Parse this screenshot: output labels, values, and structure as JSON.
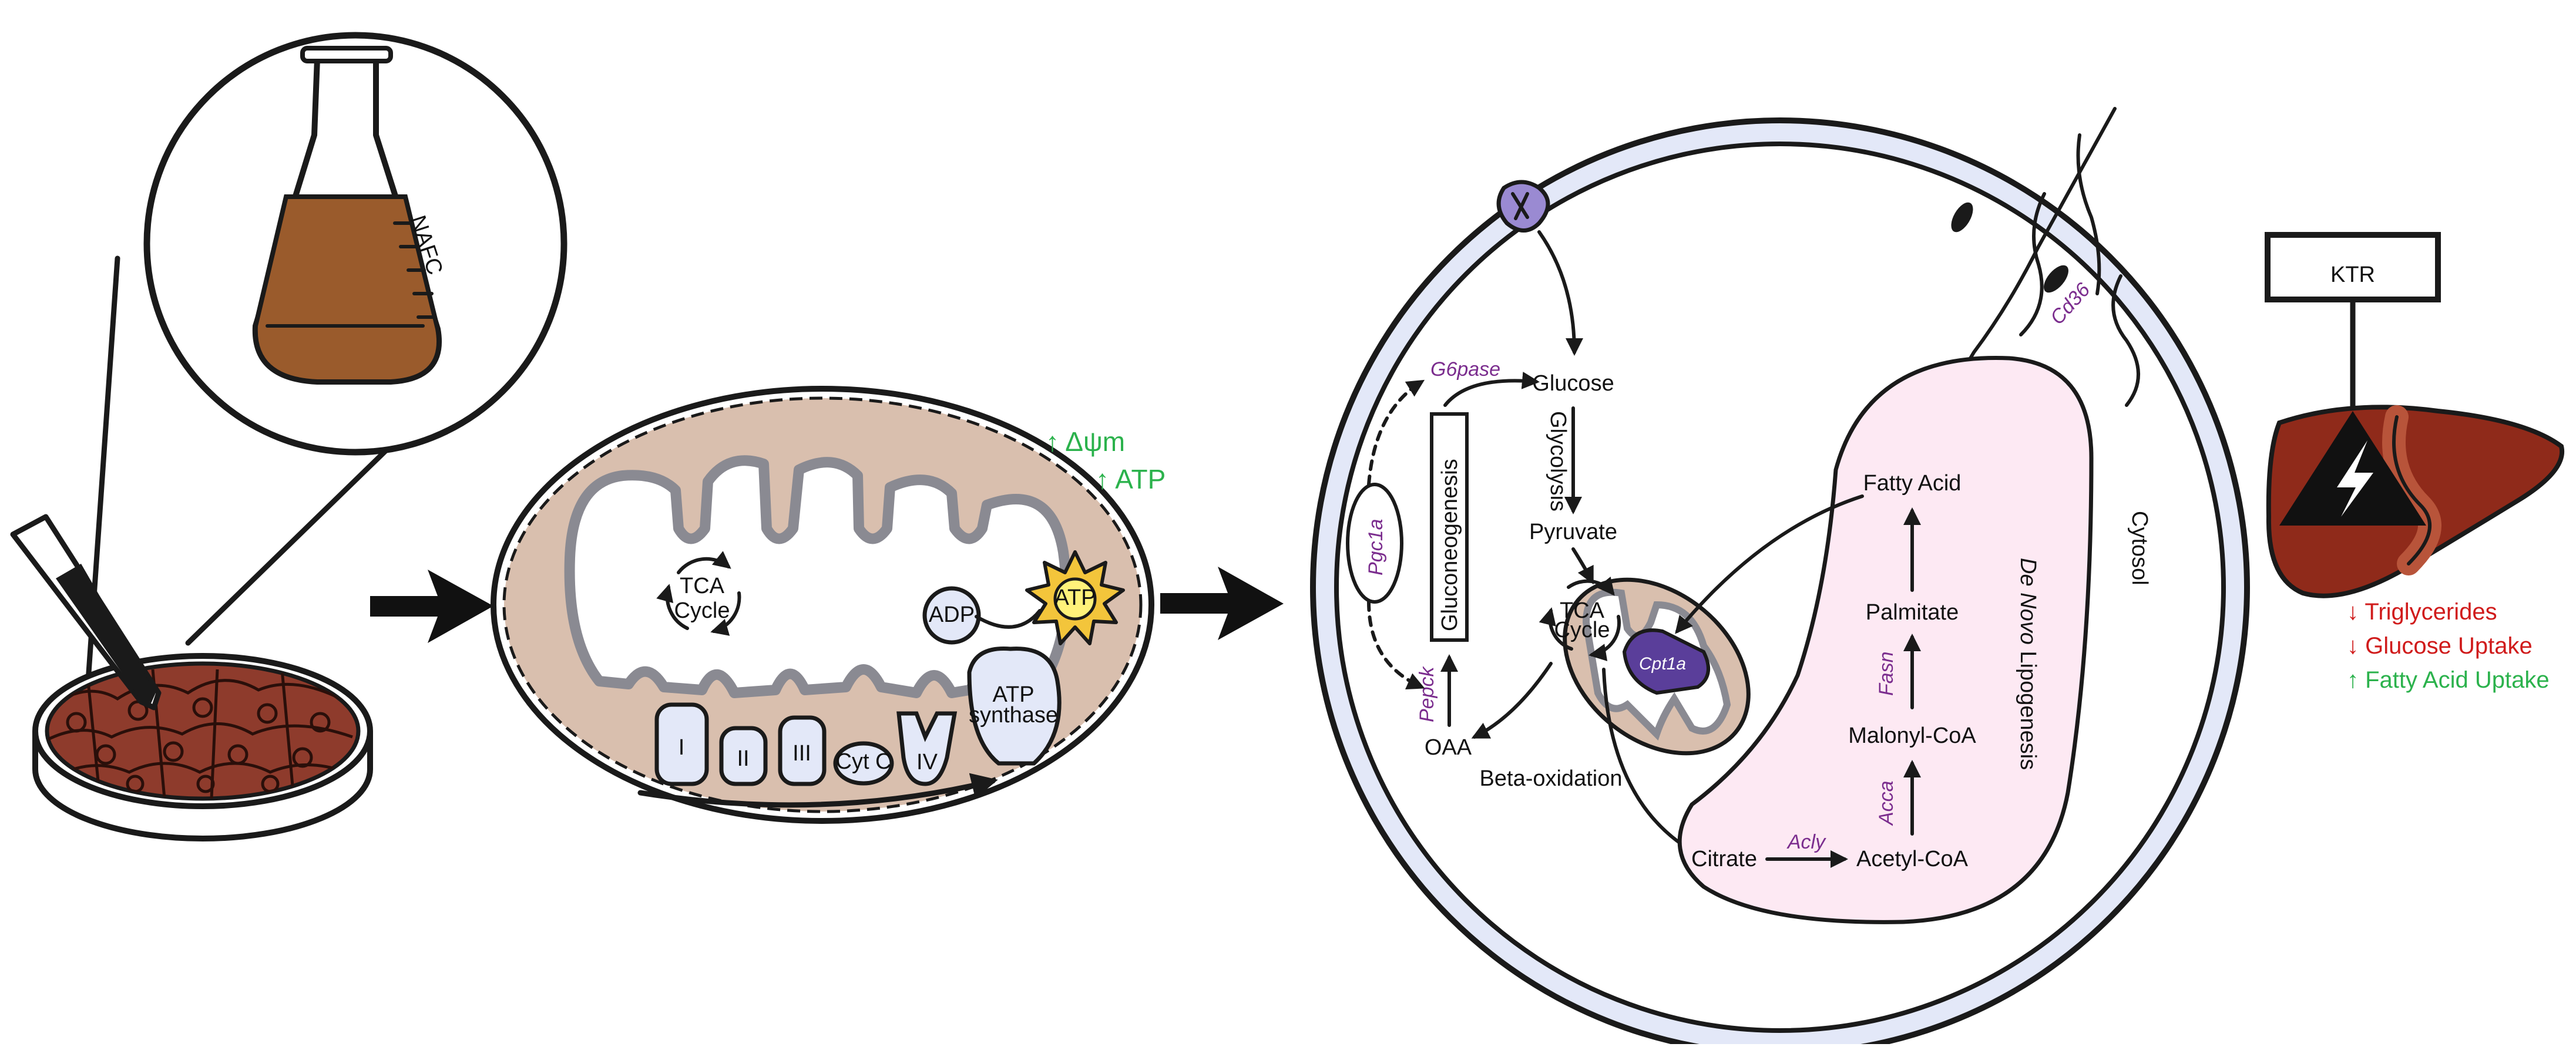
{
  "colors": {
    "media": "#9a5b2c",
    "tissue": "#8e3b2c",
    "mito_fill": "#d9bfae",
    "membrane": "#e3e8f8",
    "lipo_fill": "#fde9f3",
    "gene": "#7b2d8e",
    "up": "#2bb24c",
    "down": "#d01b1b",
    "liver": "#8f2a1a",
    "atp_star": "#f3c53b"
  },
  "icons": [
    "flask-icon",
    "petri-dish-icon",
    "pipette-icon",
    "arrow-right-icon",
    "lightning-icon",
    "liver-icon"
  ],
  "flask": {
    "label": "NAFC"
  },
  "mito_panel": {
    "tca": [
      "TCA",
      "Cycle"
    ],
    "adp": "ADP",
    "atp": "ATP",
    "synthase": [
      "ATP",
      "synthase"
    ],
    "complexes": [
      "I",
      "II",
      "III",
      "Cyt C",
      "IV"
    ],
    "effects": [
      "↑ Δψm",
      "↑ ATP"
    ]
  },
  "cell_panel": {
    "glucose": "Glucose",
    "glycolysis": "Glycolysis",
    "pyruvate": "Pyruvate",
    "gluconeogenesis": "Gluconeogenesis",
    "g6pase": "G6pase",
    "pgc1a": "Pgc1a",
    "pepck": "Pepck",
    "oaa": "OAA",
    "beta_oxidation": "Beta-oxidation",
    "tca": [
      "TCA",
      "Cycle"
    ],
    "cpt1a": "Cpt1a",
    "cd36": "Cd36",
    "cytosol": "Cytosol",
    "dnl_italic": "De Novo",
    "dnl_rest": " Lipogenesis",
    "fatty_acid": "Fatty Acid",
    "palmitate": "Palmitate",
    "fasn": "Fasn",
    "malonyl_coa": "Malonyl-CoA",
    "acca": "Acca",
    "acetyl_coa": "Acetyl-CoA",
    "acly": "Acly",
    "citrate": "Citrate"
  },
  "liver_panel": {
    "sign": "KTR",
    "effects": [
      {
        "text": "↓ Triglycerides",
        "color": "#d01b1b"
      },
      {
        "text": "↓ Glucose Uptake",
        "color": "#d01b1b"
      },
      {
        "text": "↑ Fatty Acid Uptake",
        "color": "#2bb24c"
      }
    ]
  }
}
